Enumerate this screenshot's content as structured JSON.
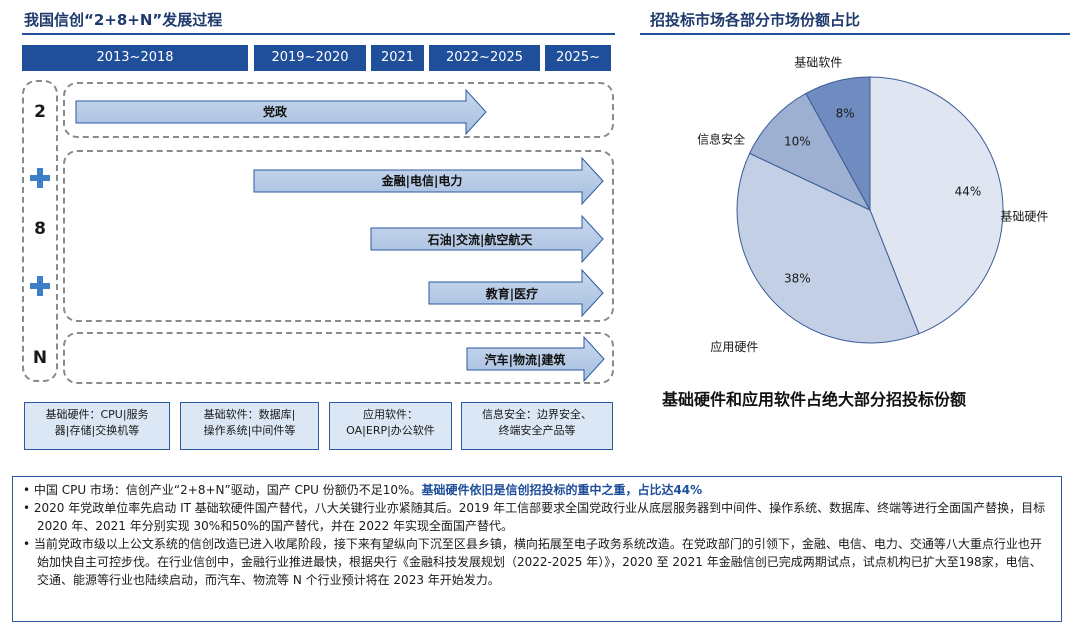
{
  "left": {
    "title": "我国信创“2+8+N”发展过程",
    "periods": [
      "2013~2018",
      "2019~2020",
      "2021",
      "2022~2025",
      "2025~"
    ],
    "rows": [
      {
        "label": "2"
      },
      {
        "label": "8"
      },
      {
        "label": "N"
      }
    ],
    "arrows": [
      "党政",
      "金融|电信|电力",
      "石油|交流|航空航天",
      "教育|医疗",
      "汽车|物流|建筑"
    ],
    "legend": [
      {
        "line1": "基础硬件：CPU|服务",
        "line2": "器|存储|交换机等"
      },
      {
        "line1": "基础软件：数据库|",
        "line2": "操作系统|中间件等"
      },
      {
        "line1": "应用软件：",
        "line2": "OA|ERP|办公软件"
      },
      {
        "line1": "信息安全：边界安全、",
        "line2": "终端安全产品等"
      }
    ]
  },
  "right": {
    "title": "招投标市场各部分市场份额占比",
    "caption": "基础硬件和应用软件占绝大部分招投标份额"
  },
  "chart_data": {
    "type": "pie",
    "slices": [
      {
        "label": "基础硬件",
        "value": 44,
        "display": "44%",
        "color": "#dfe6f2"
      },
      {
        "label": "应用硬件",
        "value": 38,
        "display": "38%",
        "color": "#c3cfe4"
      },
      {
        "label": "信息安全",
        "value": 10,
        "display": "10%",
        "color": "#9db0d2"
      },
      {
        "label": "基础软件",
        "value": 8,
        "display": "8%",
        "color": "#6f8bbf"
      }
    ]
  },
  "bottom": {
    "b1_text": "中国 CPU 市场：信创产业“2+8+N”驱动，国产 CPU 份额仍不足10%。",
    "b1_highlight": "基础硬件依旧是信创招投标的重中之重，占比达44%",
    "b2": "2020 年党政单位率先启动 IT 基础软硬件国产替代，八大关键行业亦紧随其后。2019 年工信部要求全国党政行业从底层服务器到中间件、操作系统、数据库、终端等进行全面国产替换，目标 2020 年、2021 年分别实现 30%和50%的国产替代，并在 2022 年实现全面国产替代。",
    "b3": "当前党政市级以上公文系统的信创改造已进入收尾阶段，接下来有望纵向下沉至区县乡镇，横向拓展至电子政务系统改造。在党政部门的引领下，金融、电信、电力、交通等八大重点行业也开始加快自主可控步伐。在行业信创中，金融行业推进最快，根据央行《金融科技发展规划（2022-2025 年）》，2020 至 2021 年金融信创已完成两期试点，试点机构已扩大至198家，电信、交通、能源等行业也陆续启动，而汽车、物流等 N 个行业预计将在 2023 年开始发力。"
  }
}
